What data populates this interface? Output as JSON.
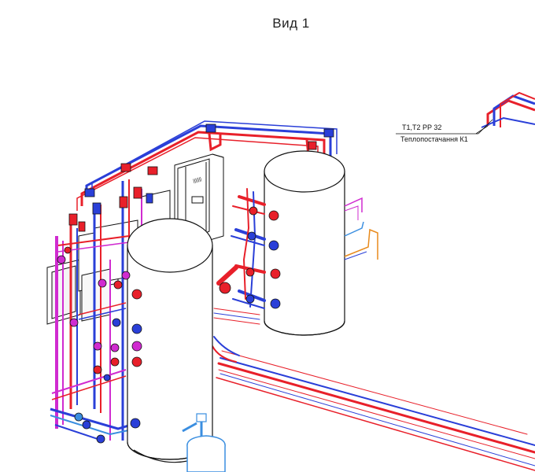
{
  "diagram": {
    "title": "Вид 1",
    "leader_label": {
      "line1": "T1,T2 PP 32",
      "line2": "Теплопостачання К1"
    },
    "colors": {
      "supply": "#e8202a",
      "return": "#2a3fd8",
      "dhw": "#d02bd0",
      "cold_water": "#3a8ee0",
      "gas": "#e88a1c",
      "outline": "#111111"
    }
  }
}
